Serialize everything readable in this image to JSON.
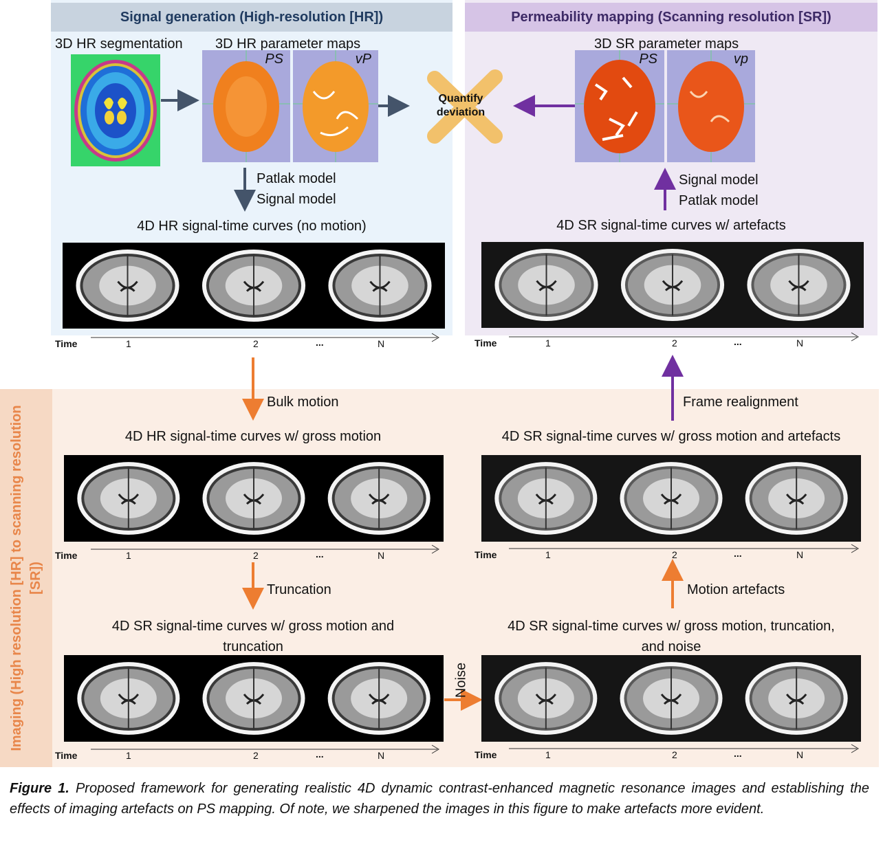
{
  "sections": {
    "signal_generation": "Signal generation (High-resolution [HR])",
    "permeability_mapping": "Permeability mapping (Scanning resolution [SR])",
    "imaging": "Imaging (High resolution [HR] to scanning resolution [SR])"
  },
  "left_top": {
    "segmentation_label": "3D HR segmentation",
    "param_maps_label": "3D HR parameter maps",
    "map1": "PS",
    "map2": "vP",
    "models_line1": "Patlak model",
    "models_line2": "Signal model",
    "curves_label": "4D HR signal-time curves (no motion)"
  },
  "right_top": {
    "param_maps_label": "3D SR parameter maps",
    "map1": "PS",
    "map2": "vp",
    "models_line1": "Signal model",
    "models_line2": "Patlak model",
    "curves_label": "4D SR signal-time curves w/ artefacts"
  },
  "center": {
    "quantify_line1": "Quantify",
    "quantify_line2": "deviation"
  },
  "steps": {
    "bulk_motion": "Bulk motion",
    "truncation": "Truncation",
    "noise": "Noise",
    "motion_artefacts": "Motion artefacts",
    "frame_realignment": "Frame realignment"
  },
  "curves": {
    "hr_gross_motion": "4D HR signal-time curves w/ gross motion",
    "sr_gross_trunc_line1": "4D SR signal-time curves w/ gross motion and",
    "sr_gross_trunc_line2": "truncation",
    "sr_gross_trunc_noise_line1": "4D SR signal-time curves w/ gross motion, truncation,",
    "sr_gross_trunc_noise_line2": "and noise",
    "sr_gross_artefacts": "4D SR signal-time curves w/ gross motion and artefacts"
  },
  "time_axis": {
    "label": "Time",
    "ticks": [
      "1",
      "2",
      "...",
      "N"
    ]
  },
  "caption": {
    "prefix": "Figure 1.",
    "text": " Proposed framework for generating realistic 4D dynamic contrast-enhanced magnetic resonance images and establishing the effects of imaging artefacts on PS mapping. Of note, we sharpened the images in this figure to make artefacts more evident."
  },
  "colors": {
    "hr_arrow": "#44546a",
    "sr_arrow": "#7030a0",
    "imaging_arrow": "#ed7d31",
    "wrench": "#f2c16b"
  }
}
